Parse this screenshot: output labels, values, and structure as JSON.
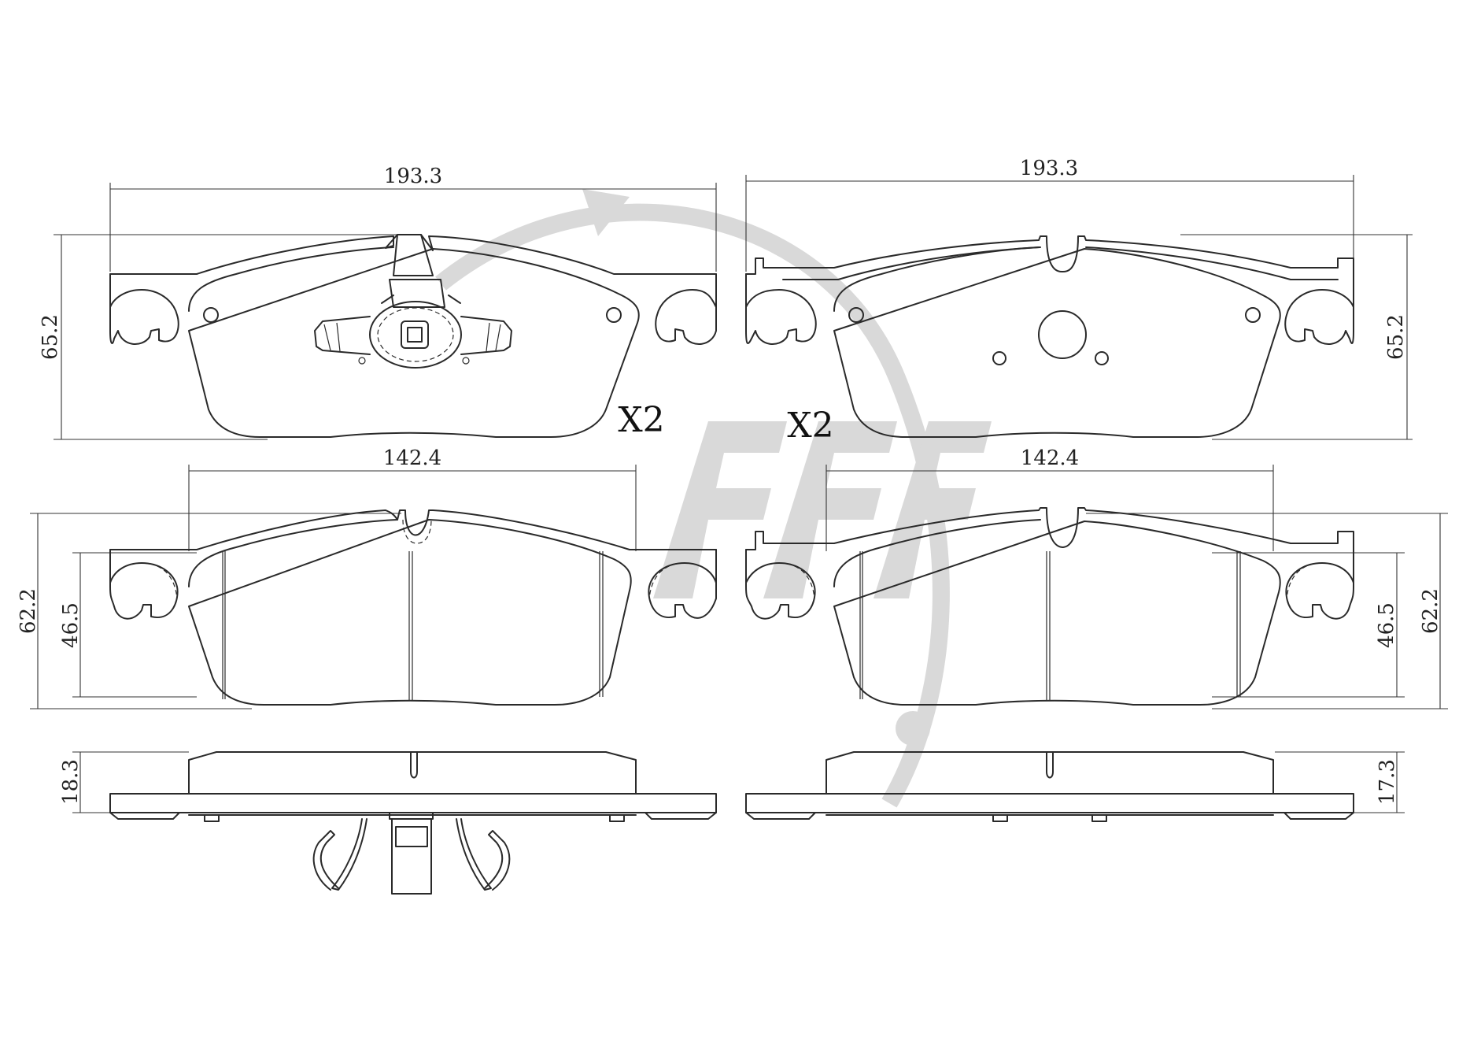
{
  "dimensions": {
    "top_left_width": "193.3",
    "top_right_width": "193.3",
    "top_left_height": "65.2",
    "top_right_height": "65.2",
    "mid_left_width": "142.4",
    "mid_right_width": "142.4",
    "mid_left_outer_height": "62.2",
    "mid_left_inner_height": "46.5",
    "mid_right_inner_height": "46.5",
    "mid_right_outer_height": "62.2",
    "side_left_thickness": "18.3",
    "side_right_thickness": "17.3"
  },
  "quantities": {
    "left": "X2",
    "right": "X2"
  },
  "colors": {
    "line": "#2a2a2a",
    "watermark": "#d9d9d9"
  }
}
